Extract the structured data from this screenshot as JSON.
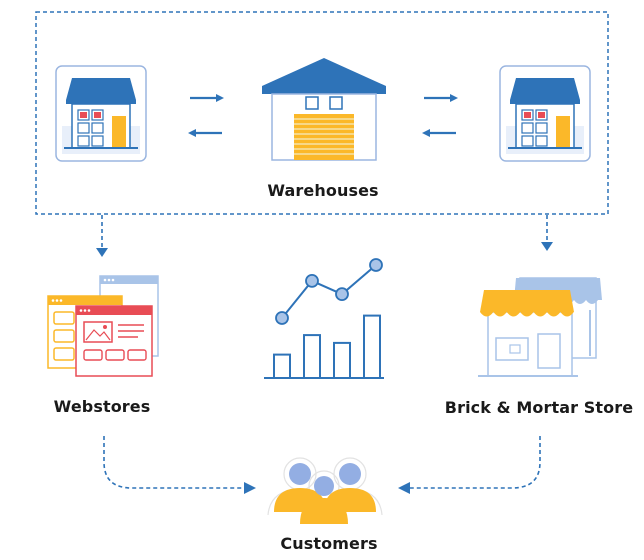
{
  "labels": {
    "warehouses": "Warehouses",
    "webstores": "Webstores",
    "brick_mortar": "Brick & Mortar Store",
    "customers": "Customers"
  },
  "colors": {
    "blue": "#2e73b8",
    "light_blue": "#a9c4e8",
    "yellow": "#fbb829",
    "red": "#e84c55",
    "panel_border": "#9bb6e0",
    "person_blue": "#93aee3",
    "person_yellow": "#fbb829",
    "dashed_line": "#2e73b8",
    "text": "#1a1a1a"
  },
  "icons": [
    "shop-icon-left",
    "two-way-arrows-icon",
    "warehouse-icon",
    "shop-icon-right",
    "webstore-windows-icon",
    "growth-chart-icon",
    "brick-store-icon",
    "customers-group-icon"
  ],
  "chart_icon": {
    "bar_levels": [
      0.3,
      0.55,
      0.45,
      0.8
    ],
    "line_levels": [
      0.6,
      0.88,
      0.78,
      1.0
    ]
  }
}
